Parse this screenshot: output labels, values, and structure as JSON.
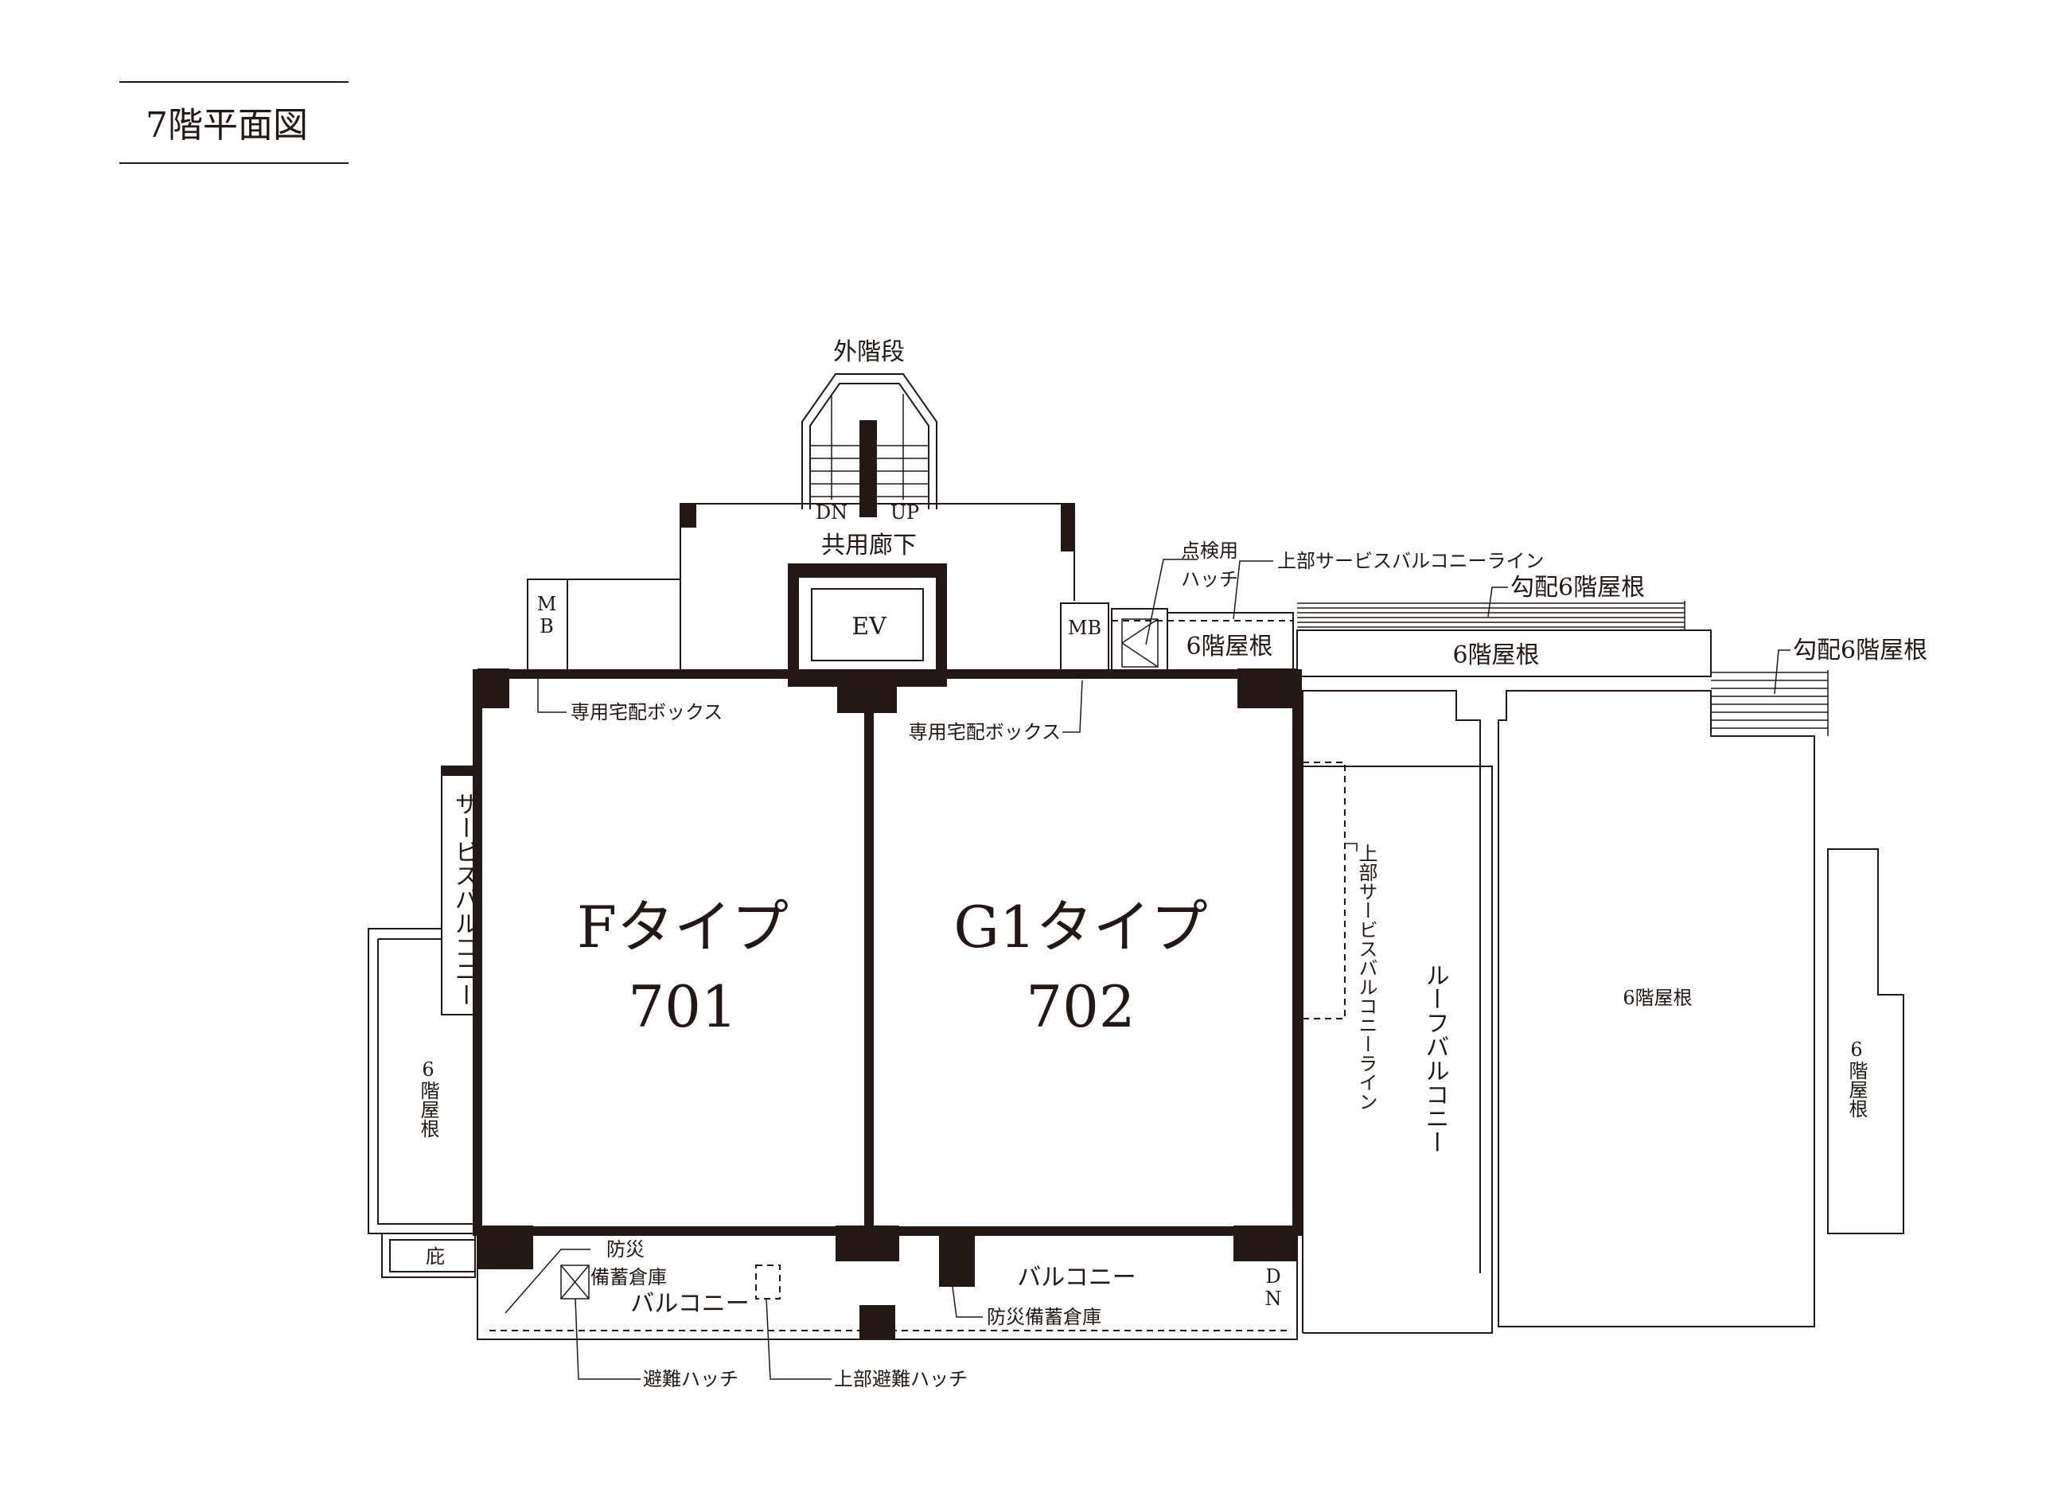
{
  "title": "7階平面図",
  "units": [
    {
      "type": "Fタイプ",
      "number": "701"
    },
    {
      "type": "G1タイプ",
      "number": "702"
    }
  ],
  "labels": {
    "outer_stairs": "外階段",
    "common_corridor": "共用廊下",
    "elevator": "EV",
    "dn": "DN",
    "up": "UP",
    "mb": "MB",
    "delivery_box_left": "専用宅配ボックス",
    "delivery_box_right": "専用宅配ボックス",
    "inspection_hatch_1": "点検用",
    "inspection_hatch_2": "ハッチ",
    "upper_service_balcony_line": "上部サービスバルコニーライン",
    "sloped_roof_1": "勾配6階屋根",
    "sloped_roof_2": "勾配6階屋根",
    "roof_small": "6階屋根",
    "roof_strip": "6階屋根",
    "roof_big": "6階屋根",
    "roof_left": "6階屋根",
    "roof_right": "6階屋根",
    "service_balcony": "サービスバルコニー",
    "eaves": "庇",
    "upper_service_balcony_line_v": "上部サービスバルコニーライン",
    "roof_balcony": "ルーフバルコニー",
    "disaster_storage_1": "防災",
    "disaster_storage_2": "備蓄倉庫",
    "balcony_left": "バルコニー",
    "balcony_right": "バルコニー",
    "disaster_storage_right": "防災備蓄倉庫",
    "evac_hatch": "避難ハッチ",
    "upper_evac_hatch": "上部避難ハッチ",
    "dn_bottom_d": "D",
    "dn_bottom_n": "N"
  }
}
